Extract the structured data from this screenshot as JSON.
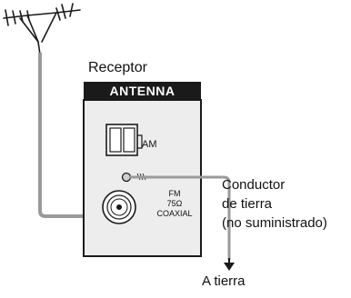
{
  "receiver": {
    "label": "Receptor"
  },
  "panel": {
    "header": "ANTENNA",
    "am_label": "AM",
    "fm_lines": [
      "FM",
      "75Ω",
      "COAXIAL"
    ]
  },
  "ground_wire": {
    "lines": [
      "Conductor",
      "de tierra",
      "(no suministrado)"
    ]
  },
  "earth": {
    "label": "A tierra"
  },
  "colors": {
    "cable": "#9a9a9a",
    "panel_fill": "#ededed",
    "outline": "#1a1a1a"
  }
}
